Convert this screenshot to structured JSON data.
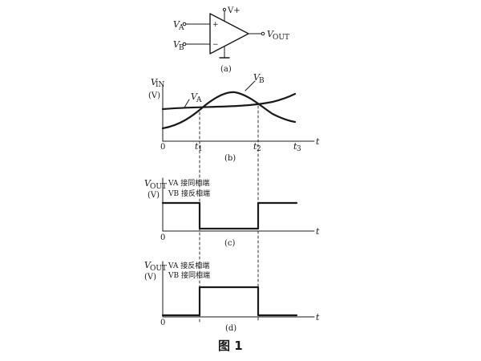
{
  "opamp": {
    "label_in_a": "V",
    "label_in_a_sub": "A",
    "label_in_b": "V",
    "label_in_b_sub": "B",
    "label_vplus": "V+",
    "label_out": "V",
    "label_out_sub": "OUT",
    "plus_sign": "+",
    "minus_sign": "−",
    "caption": "(a)"
  },
  "panel_b": {
    "ylabel_top": "V",
    "ylabel_top_sub": "IN",
    "ylabel_unit": "(V)",
    "curve_a_label": "V",
    "curve_a_sub": "A",
    "curve_b_label": "V",
    "curve_b_sub": "B",
    "origin": "0",
    "t1": "t",
    "t1_sub": "1",
    "t2": "t",
    "t2_sub": "2",
    "t3": "t",
    "t3_sub": "3",
    "t_axis": "t",
    "caption": "(b)"
  },
  "panel_c": {
    "ylabel_top": "V",
    "ylabel_top_sub": "OUT",
    "ylabel_unit": "(V)",
    "line1": "VA 接同相端",
    "line2": "VB 接反相端",
    "origin": "0",
    "t_axis": "t",
    "caption": "(c)"
  },
  "panel_d": {
    "ylabel_top": "V",
    "ylabel_top_sub": "OUT",
    "ylabel_unit": "(V)",
    "line1": "VA 接反相端",
    "line2": "VB 接同相端",
    "origin": "0",
    "t_axis": "t",
    "caption": "(d)"
  },
  "figure_caption": "图 1"
}
